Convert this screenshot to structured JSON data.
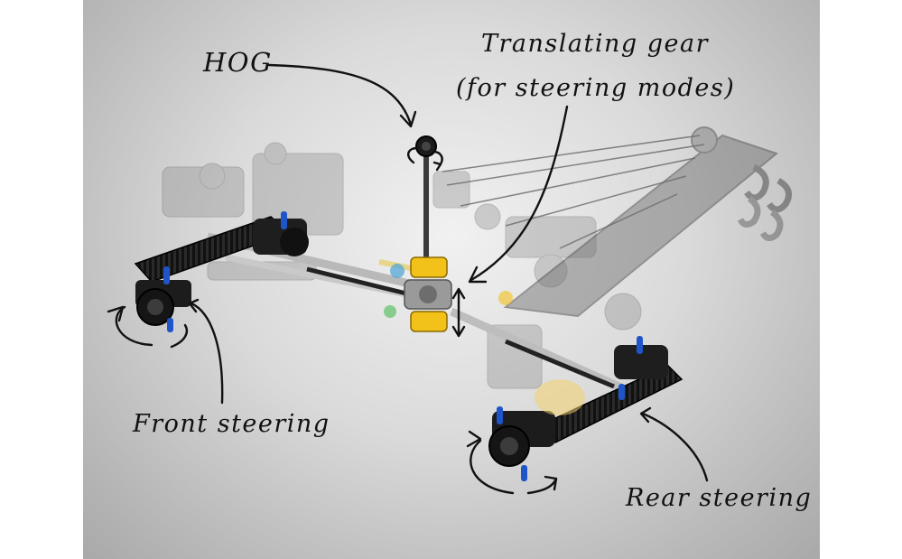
{
  "labels": {
    "hog": "HOG",
    "translating_line1": "Translating gear",
    "translating_line2": "(for steering modes)",
    "front_steering": "Front steering",
    "rear_steering": "Rear steering"
  },
  "colors": {
    "background_center": "#f1f1f1",
    "background_edge": "#a9a9a9",
    "black_parts": "#1c1c1c",
    "yellow_parts": "#f2c21b",
    "blue_pins": "#1f55c9",
    "ink": "#111111"
  }
}
